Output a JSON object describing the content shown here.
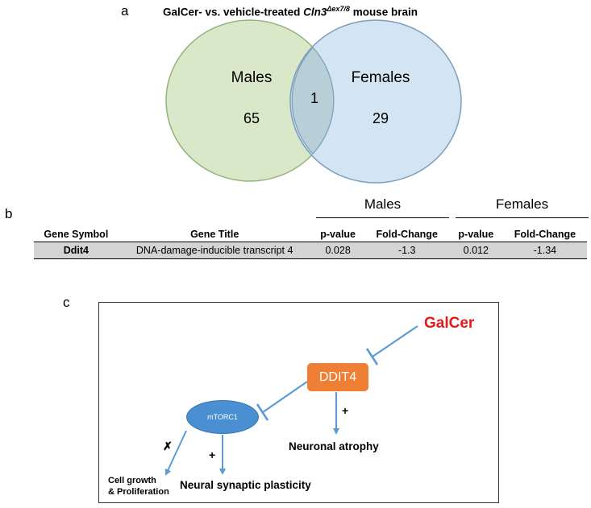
{
  "panels": {
    "a": "a",
    "b": "b",
    "c": "c"
  },
  "venn": {
    "title_main": "GalCer- vs. vehicle-treated ",
    "title_gene": "Cln3",
    "title_sup": "Δex7/8",
    "title_end": " mouse brain",
    "left_label": "Males",
    "left_count": "65",
    "right_label": "Females",
    "right_count": "29",
    "overlap_count": "1",
    "colors": {
      "left_fill": "#d8e8c8",
      "left_stroke": "#94b47c",
      "right_fill": "#cbdff0",
      "right_stroke": "#7d9fbd"
    }
  },
  "table": {
    "group_males": "Males",
    "group_females": "Females",
    "headers": [
      "Gene Symbol",
      "Gene Title",
      "p-value",
      "Fold-Change",
      "p-value",
      "Fold-Change"
    ],
    "rows": [
      [
        "Ddit4",
        "DNA-damage-inducible transcript 4",
        "0.028",
        "-1.3",
        "0.012",
        "-1.34"
      ]
    ]
  },
  "pathway": {
    "galcer": "GalCer",
    "ddit4": "DDIT4",
    "mtorc1": "mTORC1",
    "plus": "+",
    "cross": "✗",
    "neuronal_atrophy": "Neuronal atrophy",
    "neural_plasticity": "Neural synaptic plasticity",
    "cell_growth_1": "Cell growth",
    "cell_growth_2": "& Proliferation",
    "colors": {
      "galcer": "#e21a1a",
      "ddit4": "#ef7f35",
      "mtorc1": "#4a8fd1",
      "arrow": "#5b9bd5"
    }
  }
}
